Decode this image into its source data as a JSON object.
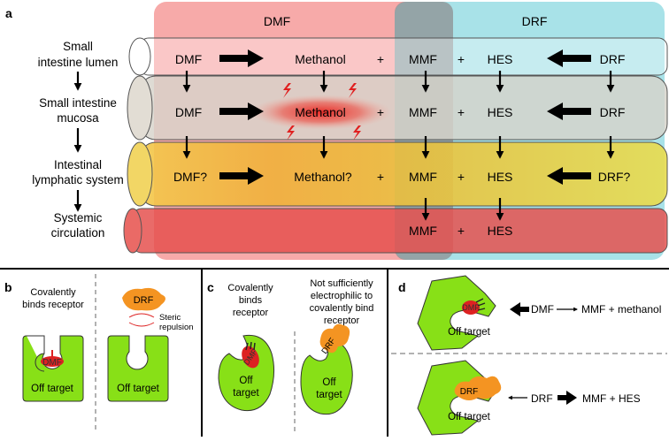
{
  "panel_a": {
    "letter": "a",
    "zone_left_label": "DMF",
    "zone_right_label": "DRF",
    "stage_labels": {
      "lumen": [
        "Small",
        "intestine lumen"
      ],
      "mucosa": [
        "Small intestine",
        "mucosa"
      ],
      "lymphatic": [
        "Intestinal",
        "lymphatic system"
      ],
      "systemic": [
        "Systemic",
        "circulation"
      ]
    },
    "rows": {
      "lumen": {
        "dmf": "DMF",
        "methanol": "Methanol",
        "plus1": "+",
        "mmf": "MMF",
        "plus2": "+",
        "hes": "HES",
        "drf": "DRF"
      },
      "mucosa": {
        "dmf": "DMF",
        "methanol": "Methanol",
        "plus1": "+",
        "mmf": "MMF",
        "plus2": "+",
        "hes": "HES",
        "drf": "DRF"
      },
      "lymphatic": {
        "dmf": "DMF?",
        "methanol": "Methanol?",
        "plus1": "+",
        "mmf": "MMF",
        "plus2": "+",
        "hes": "HES",
        "drf": "DRF?"
      },
      "systemic": {
        "mmf": "MMF",
        "plus2": "+",
        "hes": "HES"
      }
    }
  },
  "panel_b": {
    "letter": "b",
    "left_caption": [
      "Covalently",
      "binds receptor"
    ],
    "ligand_left": "DMF",
    "ligand_right": "DRF",
    "steric_label": [
      "Steric",
      "repulsion"
    ],
    "receptor_left": "Off target",
    "receptor_right": "Off target"
  },
  "panel_c": {
    "letter": "c",
    "left_caption": [
      "Covalently",
      "binds",
      "receptor"
    ],
    "right_caption": [
      "Not sufficiently",
      "electrophilic to",
      "covalently bind",
      "receptor"
    ],
    "ligand_left": "DMF",
    "ligand_right": "DRF",
    "receptor_left": [
      "Off",
      "target"
    ],
    "receptor_right": [
      "Off",
      "target"
    ]
  },
  "panel_d": {
    "letter": "d",
    "top_ligand": "DMF",
    "top_receptor": "Off target",
    "top_reaction": {
      "reactant": "DMF",
      "products": "MMF + methanol"
    },
    "bottom_ligand": "DRF",
    "bottom_receptor": "Off target",
    "bottom_reaction": {
      "reactant": "DRF",
      "products": "MMF + HES"
    }
  },
  "colors": {
    "dmf_zone": "#f7aaa9",
    "drf_zone": "#a8e2e8",
    "overlap_zone": "#8d8f92",
    "lumen_tube": "#ffffff",
    "mucosa_tube": "#d7d3cb",
    "lymph_tube": "#eedc3a",
    "systemic_tube": "#e5514f",
    "receptor_green": "#88e017",
    "drf_orange": "#f49422",
    "dmf_red": "#dd2222"
  }
}
